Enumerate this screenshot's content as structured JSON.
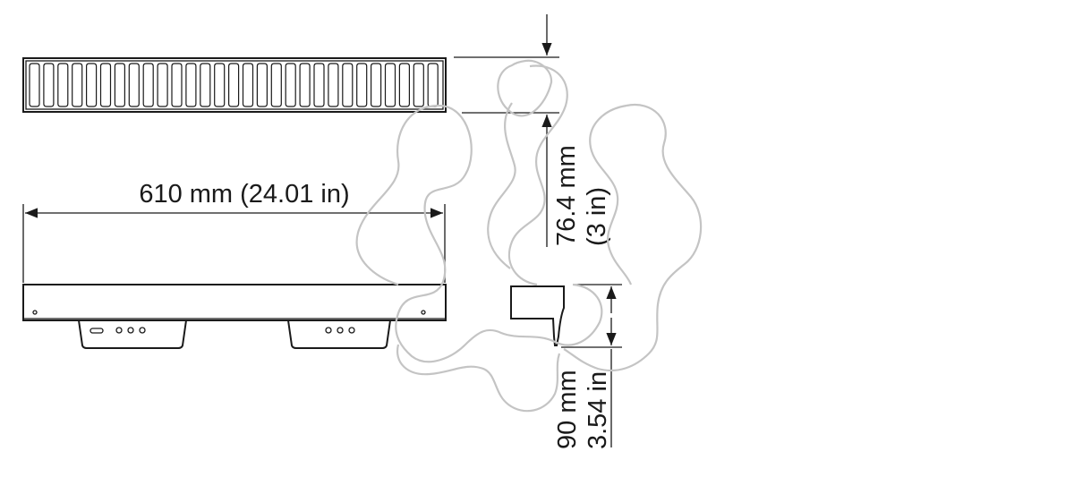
{
  "dimensions": {
    "length": "610 mm (24.01 in)",
    "height_mm": "76.4 mm",
    "height_in": "(3 in)",
    "depth_mm": "90 mm",
    "depth_in": "3.54 in"
  },
  "colors": {
    "line": "#1a1a1a",
    "ghost_outline": "#c4c4c4",
    "background": "#ffffff"
  }
}
